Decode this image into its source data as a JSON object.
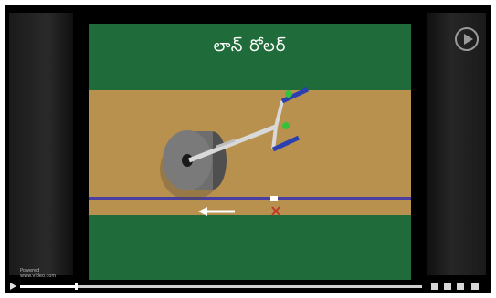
{
  "video": {
    "title": "లాన్ రోలర్"
  },
  "player": {
    "watermark_line1": "Powered",
    "watermark_line2": "www.video.com",
    "logo_icon": "play-circle-icon",
    "progress": 0.14
  },
  "colors": {
    "grass": "#1f6b3a",
    "soil": "#b8914f",
    "track": "#4a3fa0",
    "roller": "#6e6e6e",
    "handle": "#d9d9d9",
    "grip": "#2a3fb0",
    "arrow": "#ffffff",
    "marker": "#c0392b"
  }
}
